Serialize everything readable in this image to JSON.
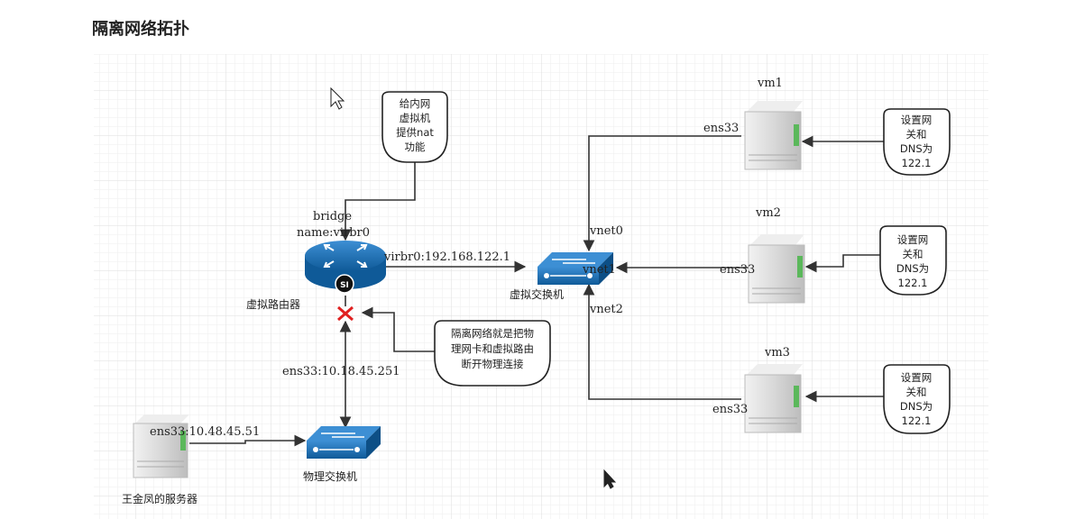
{
  "page": {
    "title": "隔离网络拓扑"
  },
  "router": {
    "bridge_line1": "bridge",
    "bridge_line2": "name:virbr0",
    "badge": "SI",
    "label": "虚拟路由器",
    "interface": "virbr0:192.168.122.1",
    "uplink": "ens33:10.18.45.251"
  },
  "virtual_switch": {
    "label": "虚拟交换机",
    "ports": [
      "vnet0",
      "vnet1",
      "vnet2"
    ]
  },
  "physical_switch": {
    "label": "物理交换机"
  },
  "server": {
    "label": "王金凤的服务器",
    "interface": "ens33:10.48.45.51"
  },
  "vms": [
    {
      "name": "vm1",
      "nic": "ens33"
    },
    {
      "name": "vm2",
      "nic": "ens33"
    },
    {
      "name": "vm3",
      "nic": "ens33"
    }
  ],
  "notes": {
    "nat": [
      "给内网",
      "虚拟机",
      "提供nat",
      "功能"
    ],
    "isolation": [
      "隔离网络就是把物",
      "理网卡和虚拟路由",
      "断开物理连接"
    ],
    "vm_config": [
      "设置网",
      "关和",
      "DNS为",
      "122.1"
    ]
  },
  "colors": {
    "device_blue": "#1a6fb5",
    "server_gray": "#d4d4d4",
    "cut_mark": "#e02020",
    "grid": "#e6e6e6"
  }
}
